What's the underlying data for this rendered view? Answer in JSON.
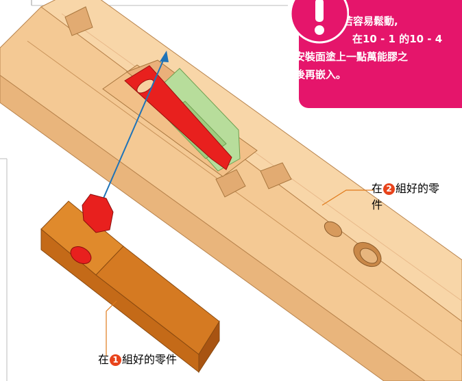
{
  "callouts": {
    "part1": {
      "prefix": "在",
      "badge": "1",
      "suffix": "組好的零件"
    },
    "part2": {
      "prefix": "在",
      "badge": "2",
      "suffix_line1": "組好的零",
      "suffix_line2": "件"
    }
  },
  "warning": {
    "line1": "若容易鬆動,",
    "line2": "在10 - 1 的10 - 4",
    "line3": "安裝面塗上一點萬能膠之",
    "line4": "後再嵌入。",
    "icon": "exclamation-icon",
    "color": "#e5156b"
  },
  "colors": {
    "rail": "#f2c48a",
    "rail_dark": "#d9a46a",
    "part": "#d97a1e",
    "part_dark": "#a85412",
    "red": "#e8201e",
    "green": "#a6d38a",
    "arrow": "#1e73b8",
    "leader": "#e07a1a"
  }
}
